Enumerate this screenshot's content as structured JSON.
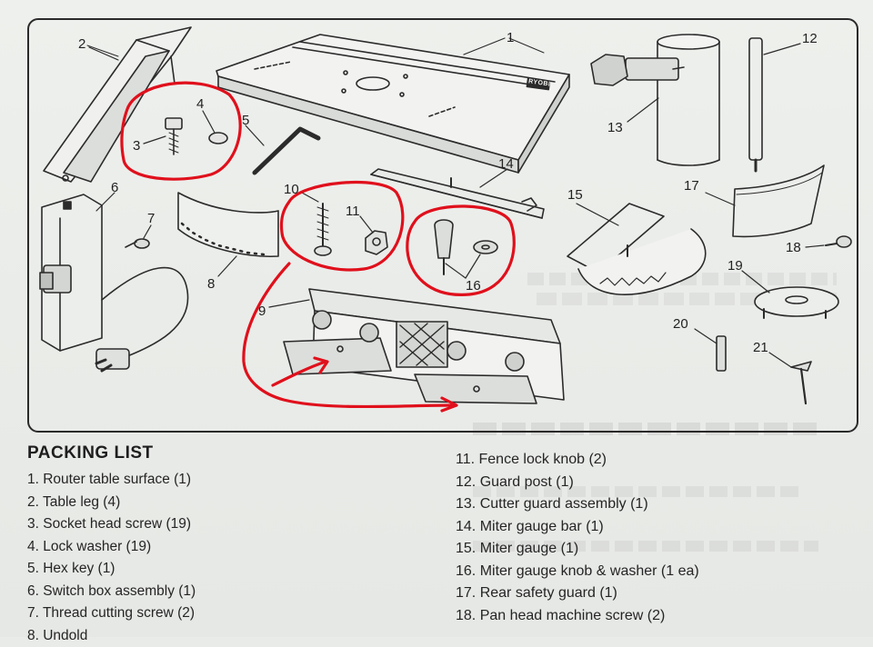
{
  "callouts": [
    {
      "id": "1",
      "label": "1"
    },
    {
      "id": "2",
      "label": "2"
    },
    {
      "id": "3",
      "label": "3"
    },
    {
      "id": "4",
      "label": "4"
    },
    {
      "id": "5",
      "label": "5"
    },
    {
      "id": "6",
      "label": "6"
    },
    {
      "id": "7",
      "label": "7"
    },
    {
      "id": "8",
      "label": "8"
    },
    {
      "id": "9",
      "label": "9"
    },
    {
      "id": "10",
      "label": "10"
    },
    {
      "id": "11",
      "label": "11"
    },
    {
      "id": "12",
      "label": "12"
    },
    {
      "id": "13",
      "label": "13"
    },
    {
      "id": "14",
      "label": "14"
    },
    {
      "id": "15",
      "label": "15"
    },
    {
      "id": "16",
      "label": "16"
    },
    {
      "id": "17",
      "label": "17"
    },
    {
      "id": "18",
      "label": "18"
    },
    {
      "id": "19",
      "label": "19"
    },
    {
      "id": "20",
      "label": "20"
    },
    {
      "id": "21",
      "label": "21"
    }
  ],
  "router_logo": "RYOBI",
  "annotation_color": "#e0101c",
  "packing_list": {
    "title": "PACKING LIST",
    "left": [
      "1. Router table surface (1)",
      "2. Table leg (4)",
      "3. Socket head screw (19)",
      "4. Lock washer (19)",
      "5. Hex key (1)",
      "6. Switch box assembly (1)",
      "7. Thread cutting screw (2)",
      "8. Undold"
    ],
    "right": [
      "11. Fence lock knob (2)",
      "12. Guard post (1)",
      "13. Cutter guard assembly (1)",
      "14. Miter gauge bar (1)",
      "15. Miter gauge (1)",
      "16. Miter gauge knob & washer (1 ea)",
      "17. Rear safety guard (1)",
      "18. Pan head machine screw (2)"
    ]
  }
}
